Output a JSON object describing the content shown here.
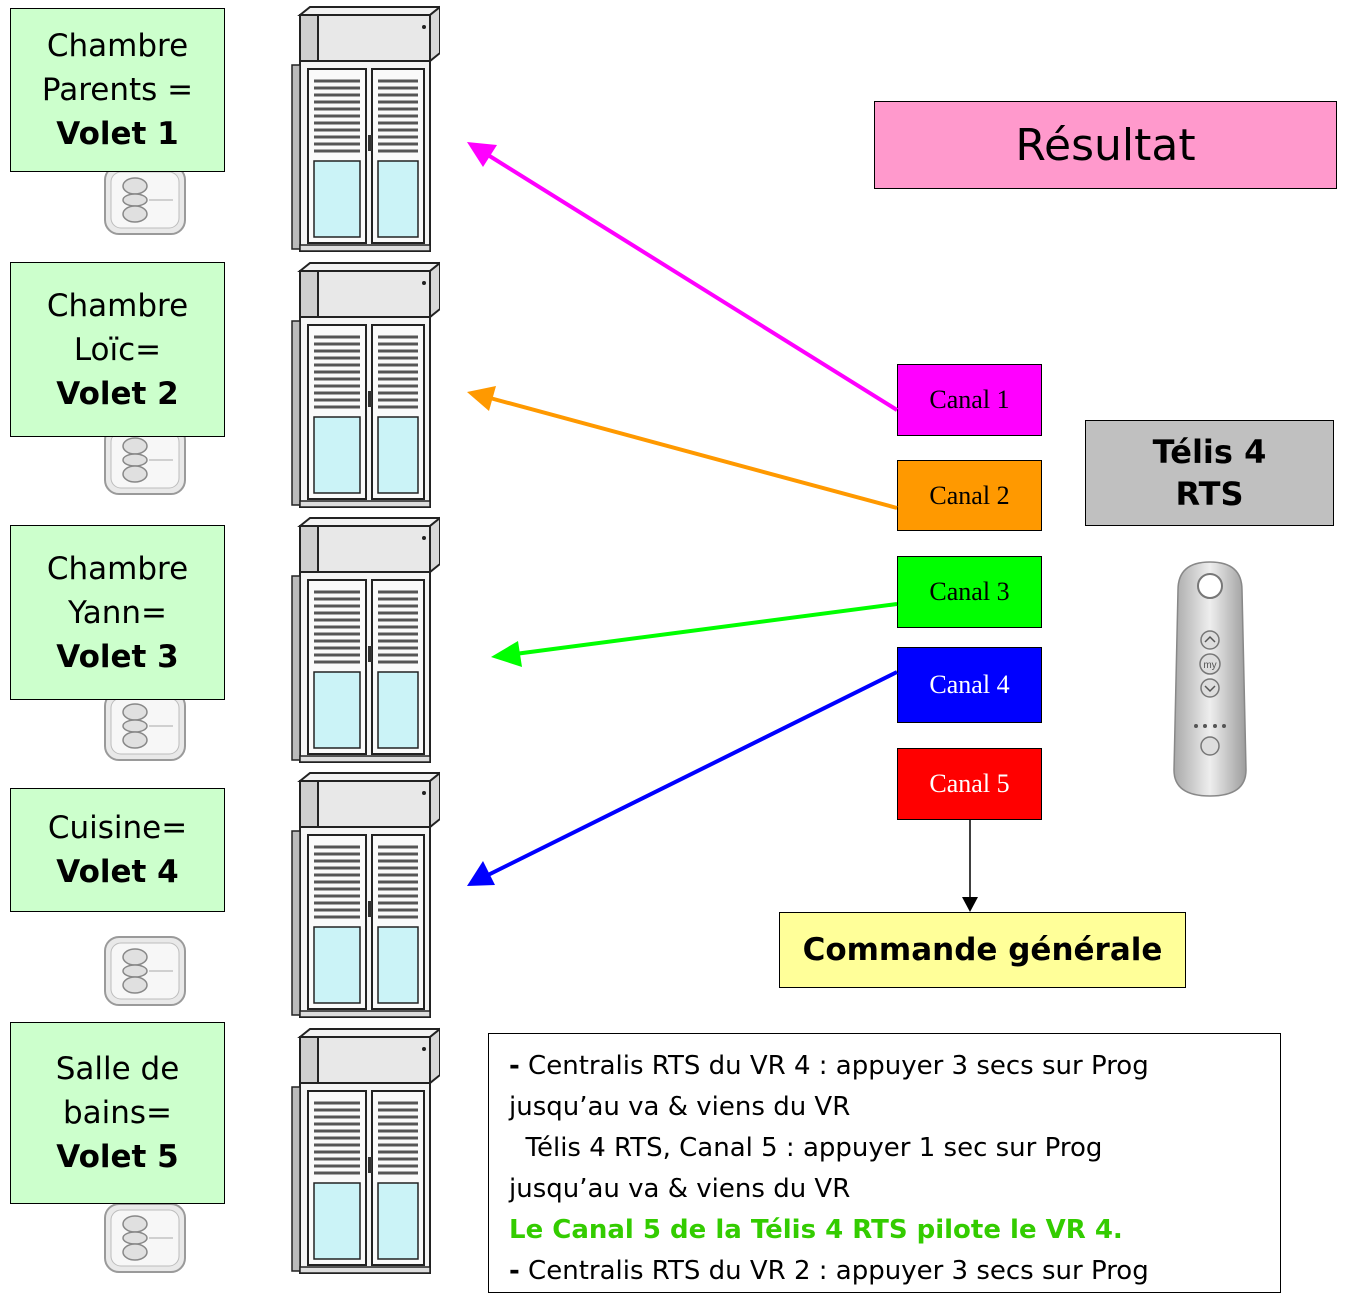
{
  "rooms": [
    {
      "line1": "Chambre",
      "line2": "Parents =",
      "volet": "Volet 1"
    },
    {
      "line1": "Chambre",
      "line2": "Loïc=",
      "volet": "Volet 2"
    },
    {
      "line1": "Chambre",
      "line2": "Yann=",
      "volet": "Volet 3"
    },
    {
      "line1": "Cuisine=",
      "line2": "",
      "volet": "Volet 4"
    },
    {
      "line1": "Salle de",
      "line2": "bains=",
      "volet": "Volet 5"
    }
  ],
  "result_label": "Résultat",
  "canals": [
    {
      "label": "Canal 1",
      "color": "#ff00ff",
      "text_color": "#000000",
      "targets_volet": 1
    },
    {
      "label": "Canal 2",
      "color": "#ff9900",
      "text_color": "#000000",
      "targets_volet": 2
    },
    {
      "label": "Canal 3",
      "color": "#00ff00",
      "text_color": "#000000",
      "targets_volet": 3
    },
    {
      "label": "Canal 4",
      "color": "#0000ff",
      "text_color": "#ffffff",
      "targets_volet": 4
    },
    {
      "label": "Canal 5",
      "color": "#ff0000",
      "text_color": "#ffffff",
      "targets_volet": null
    }
  ],
  "telis": {
    "line1": "Télis 4",
    "line2": "RTS"
  },
  "remote_button": "my",
  "command": "Commande générale",
  "instructions": {
    "dash": "-",
    "line1": " Centralis RTS du VR 4 :  appuyer 3 secs sur Prog",
    "line2": "jusqu’au va & viens du VR",
    "line3": "  Télis 4 RTS, Canal 5 : appuyer 1 sec sur Prog",
    "line4": "jusqu’au va & viens du VR",
    "line5": "Le Canal 5 de la Télis 4 RTS pilote le VR 4.",
    "line6": " Centralis RTS du VR 2 :  appuyer 3 secs sur Prog"
  },
  "icons": {
    "switch": "wall-switch-icon",
    "shutter": "roller-shutter-window-icon",
    "remote": "telis-remote-icon"
  }
}
